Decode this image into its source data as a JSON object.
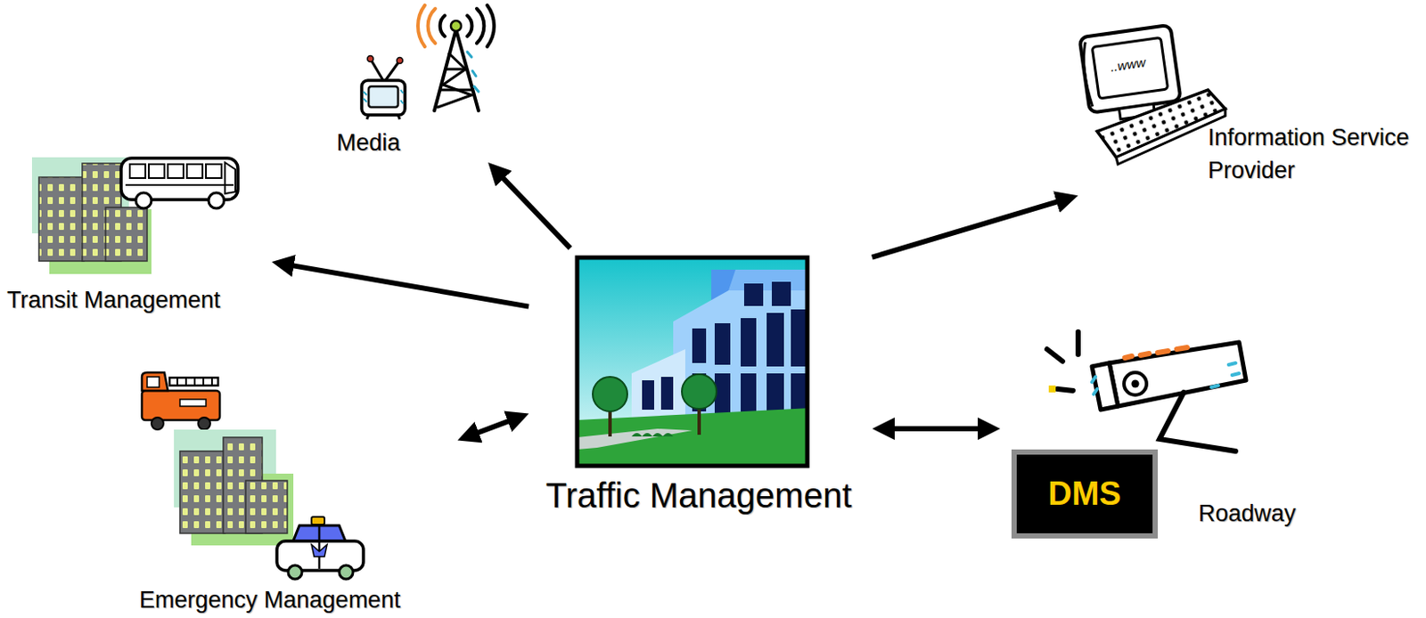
{
  "diagram": {
    "nodes": [
      {
        "text": [
          "Media"
        ]
      },
      {
        "text": [
          "Information Service Provider"
        ]
      },
      {
        "text": [
          "Transit Management"
        ]
      },
      {
        "text": [
          "Traffic Management"
        ]
      },
      {
        "text": [
          "Roadway"
        ]
      },
      {
        "text": [
          "DMS"
        ],
        "in": 4
      },
      {
        "text": [
          "Emergency Management"
        ]
      }
    ],
    "edges": [
      {
        "from": 3,
        "to": 0,
        "arrow": "to"
      },
      {
        "from": 3,
        "to": 2,
        "arrow": "to"
      },
      {
        "from": 3,
        "to": 1,
        "arrow": "to"
      },
      {
        "from": 3,
        "to": 6,
        "arrow": "both"
      },
      {
        "from": 3,
        "to": 4,
        "arrow": "both"
      }
    ],
    "labels": [
      "..www"
    ]
  }
}
